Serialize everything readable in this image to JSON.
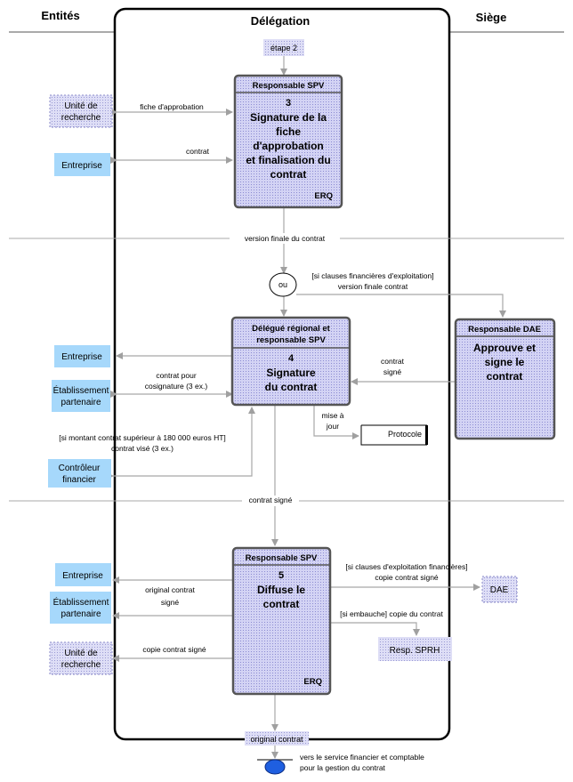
{
  "header": {
    "col_entites": "Entités",
    "col_delegation": "Délégation",
    "col_siege": "Siège"
  },
  "step_tag": "étape 2",
  "box3": {
    "role": "Responsable SPV",
    "number": "3",
    "title": [
      "Signature de la",
      "fiche",
      "d'approbation",
      "et finalisation du",
      "contrat"
    ],
    "code": "ERQ"
  },
  "box4": {
    "role": [
      "Délégué régional et",
      "responsable SPV"
    ],
    "number": "4",
    "title": [
      "Signature",
      "du contrat"
    ]
  },
  "box5": {
    "role": "Responsable SPV",
    "number": "5",
    "title": [
      "Diffuse le",
      "contrat"
    ],
    "code": "ERQ"
  },
  "box_dae": {
    "role": "Responsable DAE",
    "title": [
      "Approuve et",
      "signe le",
      "contrat"
    ]
  },
  "entities": {
    "unite_recherche": [
      "Unité de",
      "recherche"
    ],
    "entreprise": "Entreprise",
    "etablissement": [
      "Établissement",
      "partenaire"
    ],
    "controleur": [
      "Contrôleur",
      "financier"
    ],
    "dae": "DAE",
    "resp_sprh": "Resp. SPRH"
  },
  "labels": {
    "fiche_approbation": "fiche d'approbation",
    "contrat": "contrat",
    "version_finale": "version finale du contrat",
    "ou": "ou",
    "clauses_fin": [
      "[si clauses financières d'exploitation]",
      "version finale contrat"
    ],
    "contrat_signe_right": [
      "contrat",
      "signé"
    ],
    "cosignature": [
      "contrat pour",
      "cosignature (3 ex.)"
    ],
    "mise_a_jour": [
      "mise à",
      "jour"
    ],
    "protocole": "Protocole",
    "montant": [
      "[si montant contrat supérieur à 180 000 euros HT]",
      "contrat visé (3 ex.)"
    ],
    "contrat_signe_mid": "contrat signé",
    "original_signe": [
      "original contrat",
      "signé"
    ],
    "copie_signe": "copie contrat signé",
    "clauses_expl": [
      "[si clauses d'exploitation financières]",
      "copie contrat signé"
    ],
    "embauche": "[si embauche] copie du contrat",
    "original_contrat": "original contrat",
    "vers_service": [
      "vers le service financier et comptable",
      "pour la gestion du contrat"
    ]
  },
  "colors": {
    "process_fill": "#c4c4f4",
    "entity_blue": "#a6d8fb",
    "dotted_lilac": "#d7d7f5",
    "line_gray": "#a8a8a8",
    "terminal_blue": "#1f5fe0"
  }
}
